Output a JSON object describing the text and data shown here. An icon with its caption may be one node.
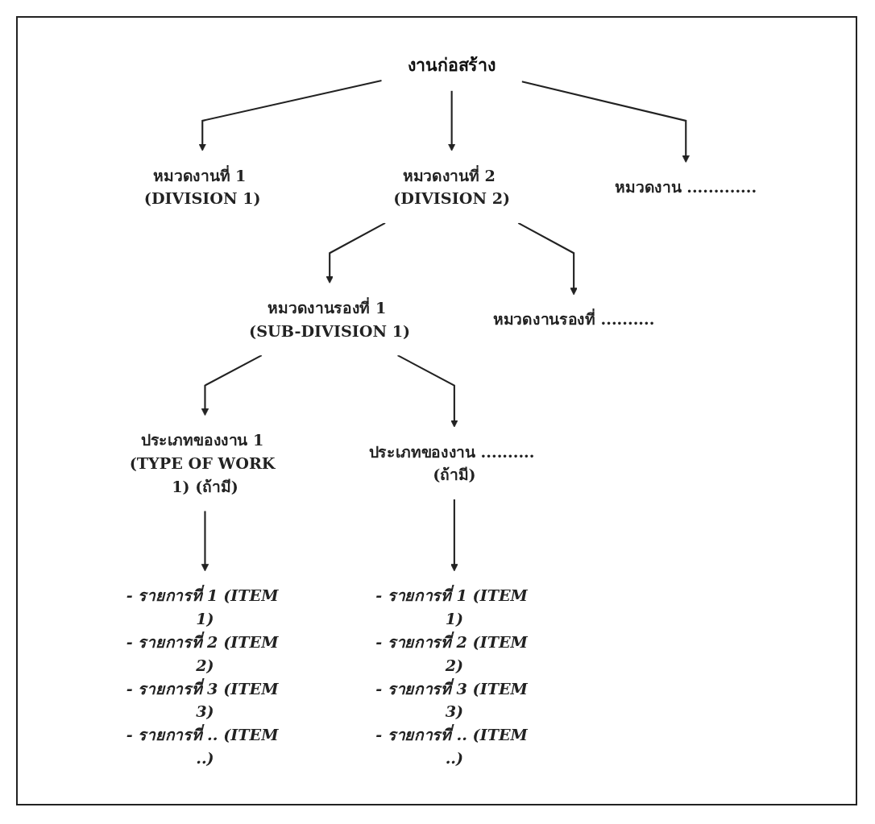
{
  "diagram": {
    "nodes": [
      {
        "text": [
          "งานก่อสร้าง"
        ]
      },
      {
        "text": [
          "หมวดงานที่ 1 (DIVISION 1)"
        ]
      },
      {
        "text": [
          "หมวดงานที่ 2 (DIVISION 2)"
        ]
      },
      {
        "text": [
          "หมวดงาน ............."
        ]
      },
      {
        "text": [
          "หมวดงานรองที่ 1 (SUB-DIVISION 1)"
        ]
      },
      {
        "text": [
          "หมวดงานรองที่ .........."
        ]
      },
      {
        "text": [
          "ประเภทของงาน 1 (TYPE OF WORK 1) (ถ้ามี)"
        ]
      },
      {
        "text": [
          "ประเภทของงาน .......... (ถ้ามี)"
        ]
      },
      {
        "text": [
          "- รายการที่ 1 (ITEM 1)",
          "- รายการที่ 2 (ITEM 2)",
          "- รายการที่ 3 (ITEM 3)",
          "- รายการที่ .. (ITEM ..)"
        ]
      },
      {
        "text": [
          "- รายการที่ 1 (ITEM 1)",
          "- รายการที่ 2 (ITEM 2)",
          "- รายการที่ 3 (ITEM 3)",
          "- รายการที่ .. (ITEM ..)"
        ]
      }
    ],
    "edges": [
      {
        "from": 0,
        "to": 1,
        "arrow": "to"
      },
      {
        "from": 0,
        "to": 2,
        "arrow": "to"
      },
      {
        "from": 0,
        "to": 3,
        "arrow": "to"
      },
      {
        "from": 2,
        "to": 4,
        "arrow": "to"
      },
      {
        "from": 2,
        "to": 5,
        "arrow": "to"
      },
      {
        "from": 4,
        "to": 6,
        "arrow": "to"
      },
      {
        "from": 4,
        "to": 7,
        "arrow": "to"
      },
      {
        "from": 6,
        "to": 8,
        "arrow": "to"
      },
      {
        "from": 7,
        "to": 9,
        "arrow": "to"
      }
    ]
  }
}
